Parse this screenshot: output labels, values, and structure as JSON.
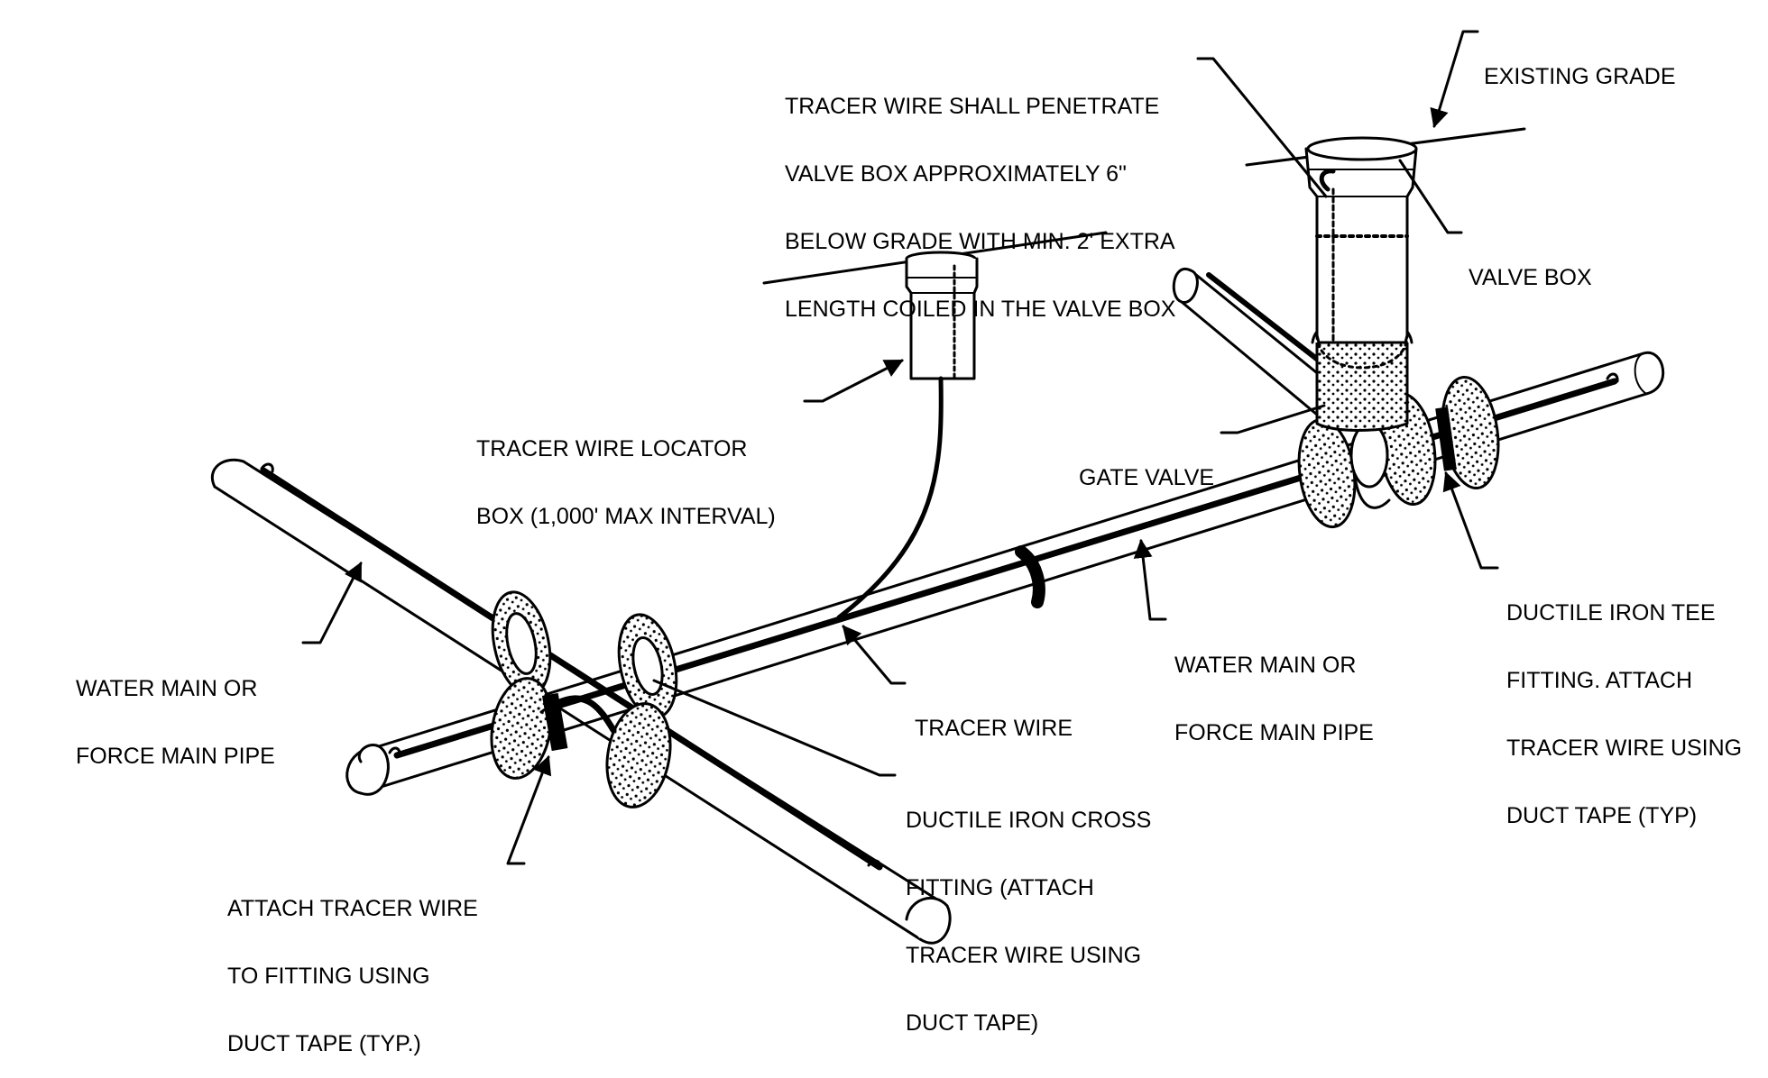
{
  "colors": {
    "ink": "#000000",
    "paper": "#ffffff"
  },
  "labels": {
    "existing_grade": [
      "EXISTING GRADE"
    ],
    "tracer_penetrate": [
      "TRACER WIRE SHALL PENETRATE",
      "VALVE BOX APPROXIMATELY 6\"",
      "BELOW GRADE WITH MIN. 2' EXTRA",
      "LENGTH COILED IN THE VALVE BOX"
    ],
    "valve_box": [
      "VALVE BOX"
    ],
    "locator_box": [
      "TRACER WIRE LOCATOR",
      "BOX (1,000' MAX INTERVAL)"
    ],
    "gate_valve": [
      "GATE VALVE"
    ],
    "ductile_tee": [
      "DUCTILE IRON TEE",
      "FITTING. ATTACH",
      "TRACER WIRE USING",
      "DUCT TAPE (TYP)"
    ],
    "water_main_left": [
      "WATER MAIN OR",
      "FORCE MAIN PIPE"
    ],
    "water_main_right": [
      "WATER MAIN OR",
      "FORCE MAIN PIPE"
    ],
    "tracer_wire": [
      "TRACER WIRE"
    ],
    "ductile_cross": [
      "DUCTILE IRON CROSS",
      "FITTING (ATTACH",
      "TRACER WIRE USING",
      "DUCT TAPE)"
    ],
    "attach_tracer": [
      "ATTACH TRACER WIRE",
      "TO FITTING USING",
      "DUCT TAPE (TYP.)"
    ]
  }
}
